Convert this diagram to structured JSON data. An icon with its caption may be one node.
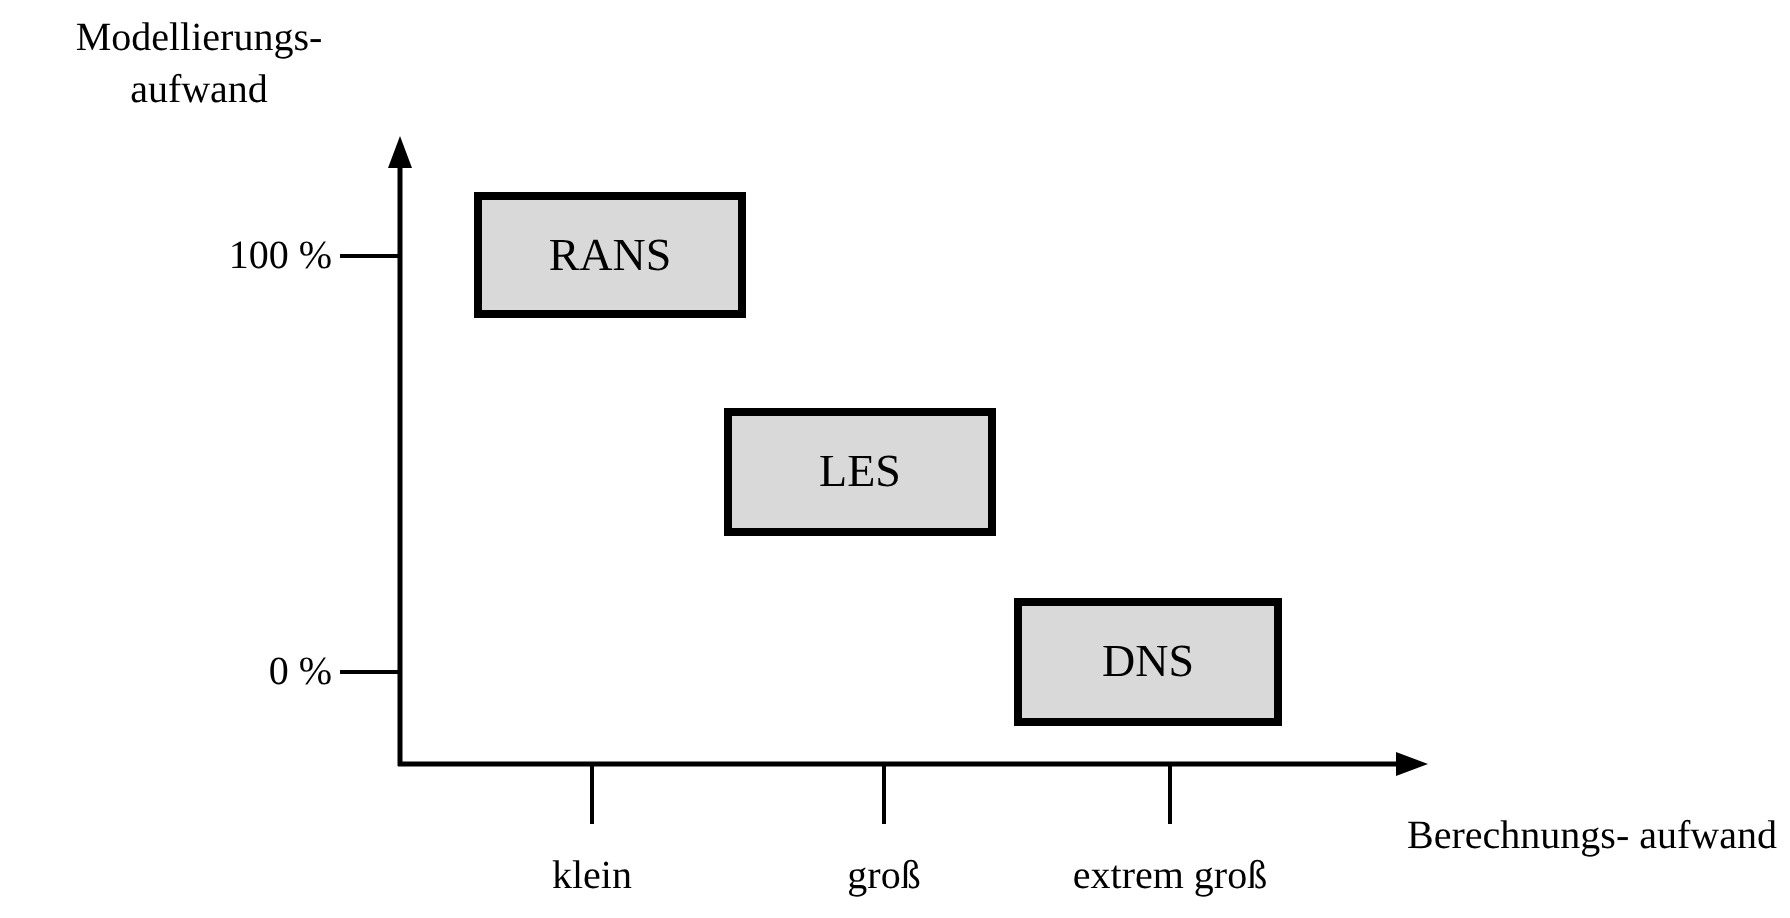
{
  "diagram": {
    "nodes": [
      {
        "text": [
          "RANS"
        ]
      },
      {
        "text": [
          "LES"
        ]
      },
      {
        "text": [
          "DNS"
        ]
      }
    ],
    "labels": [
      "Modellierungs- aufwand",
      "100 %",
      "0 %",
      "Berechnungs- aufwand",
      "klein",
      "groß",
      "extrem groß"
    ]
  }
}
